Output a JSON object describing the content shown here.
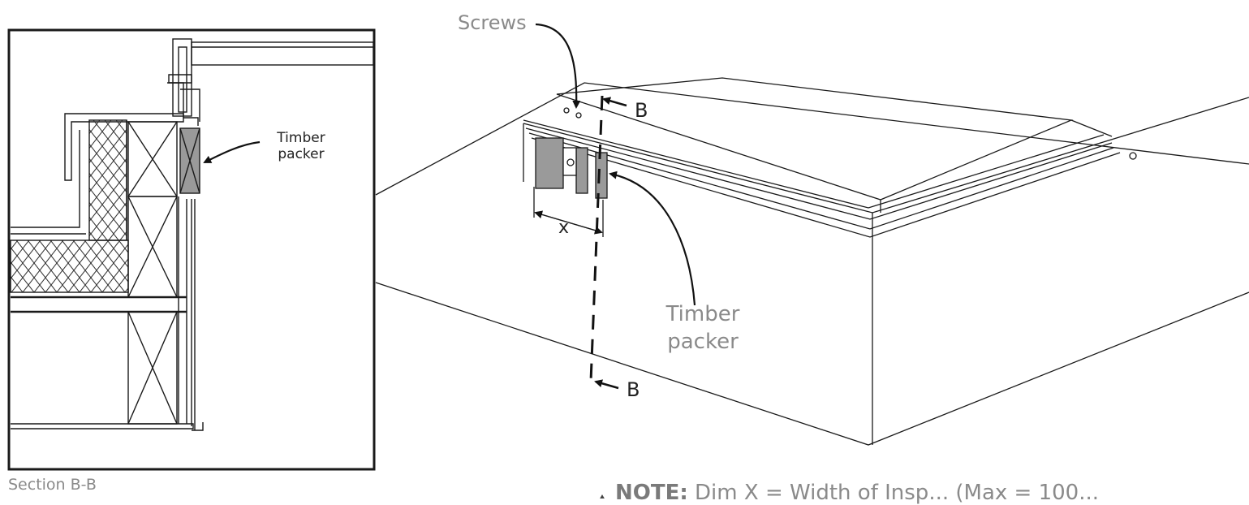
{
  "section": {
    "caption": "Section B-B",
    "packer_label_line1": "Timber",
    "packer_label_line2": "packer"
  },
  "view": {
    "screws_label": "Screws",
    "packer_label_line1": "Timber",
    "packer_label_line2": "packer",
    "section_mark_top": "B",
    "section_mark_bottom": "B",
    "dimension_label": "x"
  },
  "note": {
    "key": "NOTE:",
    "text": " Dim X = Width of Insp... (Max = 100..."
  },
  "icons": [
    "warning-triangle-icon"
  ],
  "colors": {
    "line": "#1a1a1a",
    "label_grey": "#8a8a8a",
    "packer_fill": "#9a9a9a"
  }
}
